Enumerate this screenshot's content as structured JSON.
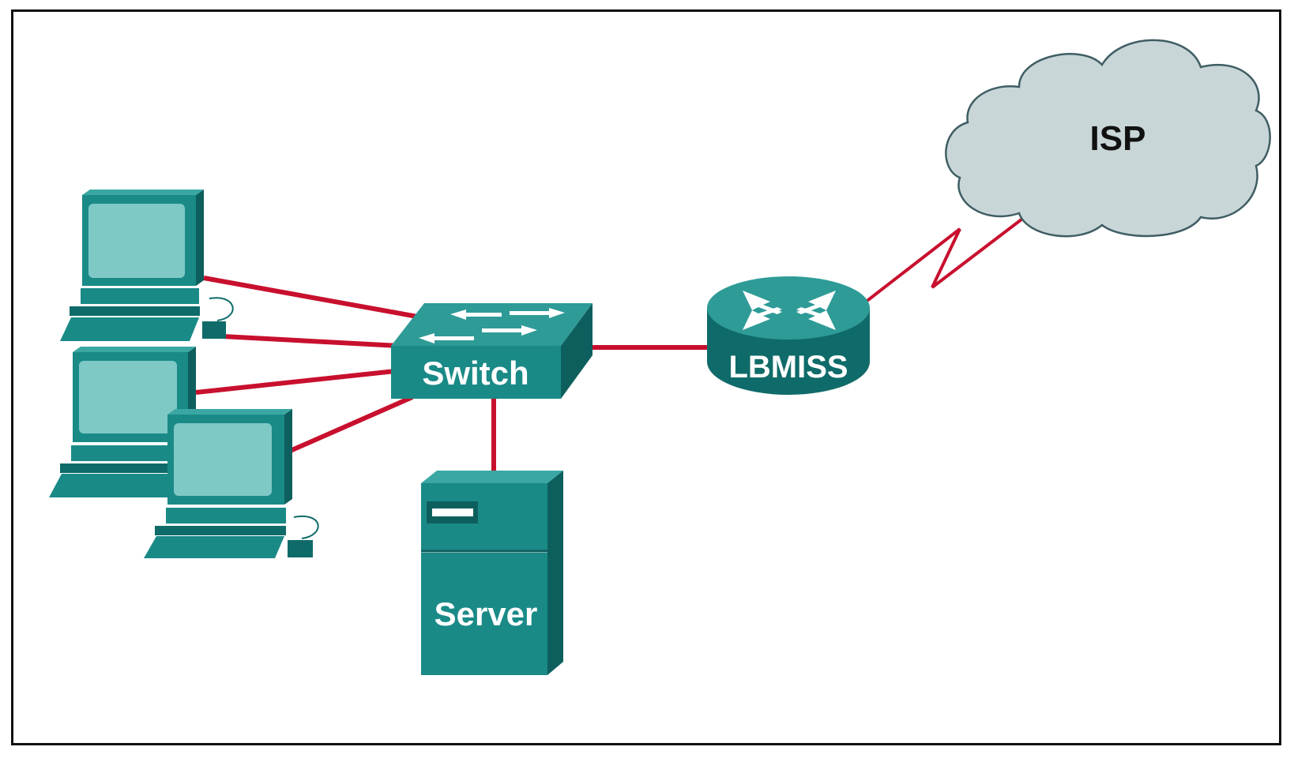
{
  "diagram": {
    "nodes": {
      "switch": {
        "label": "Switch"
      },
      "router": {
        "label": "LBMISS"
      },
      "server": {
        "label": "Server"
      },
      "cloud": {
        "label": "ISP"
      },
      "pcs": [
        {
          "label": ""
        },
        {
          "label": ""
        },
        {
          "label": ""
        }
      ]
    },
    "links": [
      {
        "from": "pc-1",
        "to": "switch",
        "type": "ethernet"
      },
      {
        "from": "pc-1",
        "to": "switch",
        "type": "ethernet"
      },
      {
        "from": "pc-2",
        "to": "switch",
        "type": "ethernet"
      },
      {
        "from": "pc-3",
        "to": "switch",
        "type": "ethernet"
      },
      {
        "from": "switch",
        "to": "server",
        "type": "ethernet"
      },
      {
        "from": "switch",
        "to": "router",
        "type": "ethernet"
      },
      {
        "from": "router",
        "to": "cloud",
        "type": "serial"
      }
    ],
    "colors": {
      "device": "#1a8a87",
      "device_dark": "#0f6b69",
      "device_light": "#3aa7a3",
      "screen": "#7ec8c6",
      "link": "#c8102e",
      "cloud_fill": "#c9d6d8",
      "cloud_stroke": "#3f5e63",
      "label": "#ffffff",
      "cloud_label": "#111111"
    }
  }
}
